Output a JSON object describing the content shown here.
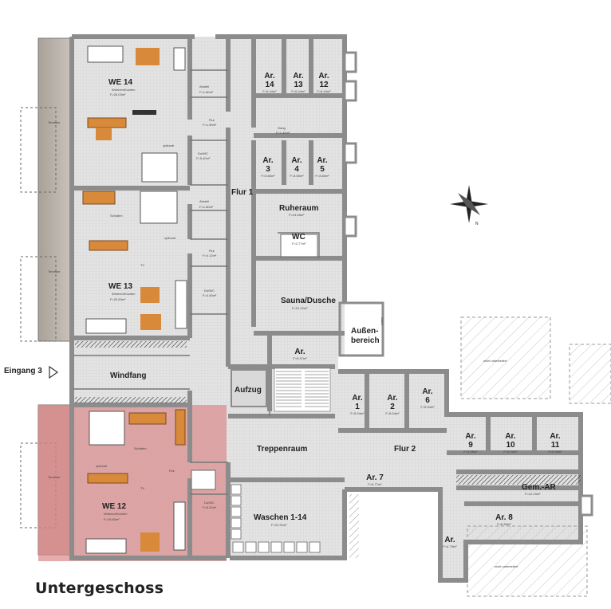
{
  "title": "Untergeschoss",
  "entrance": "Eingang 3",
  "colors": {
    "wall": "#8c8c8c",
    "floor": "#e8e8e8",
    "highlight": "#d98c8c",
    "furniture_wood": "#d88a3a",
    "terrace": "#b5aea6"
  },
  "rooms": {
    "we14": {
      "name": "WE 14",
      "sub": "Wohnen/Kochen",
      "area": "F=26.03m²"
    },
    "we13": {
      "name": "WE 13",
      "sub": "Wohnen/Kochen",
      "area": "F=20.60m²"
    },
    "we12": {
      "name": "WE 12",
      "sub": "Wohnen/Kochen",
      "area": "F=19.60m²"
    },
    "schlafen_a": {
      "name": "Schlafen"
    },
    "schlafen_b": {
      "name": "Schlafen"
    },
    "abstell_a": {
      "name": "Abstell",
      "area": "F=1.80m²"
    },
    "abstell_b": {
      "name": "Abstell",
      "area": "F=1.80m²"
    },
    "flur_a": {
      "name": "Flur",
      "area": "F=1.90m²"
    },
    "flur_b": {
      "name": "Flur",
      "area": "F=4.12m²"
    },
    "flur_c": {
      "name": "Flur"
    },
    "dowc_a": {
      "name": "Du/WC",
      "area": "F=5.40m²"
    },
    "dowc_b": {
      "name": "Du/WC",
      "area": "F=4.40m²"
    },
    "dowc_c": {
      "name": "Du/WC",
      "area": "F=5.20m²"
    },
    "flur1": {
      "name": "Flur 1"
    },
    "flur2": {
      "name": "Flur 2"
    },
    "ruheraum": {
      "name": "Ruheraum",
      "area": "F=14.46m²"
    },
    "wc": {
      "name": "WC",
      "area": "F=2.77m²"
    },
    "sauna": {
      "name": "Sauna/Dusche",
      "area": "F=21.42m²"
    },
    "aussen": {
      "name": "Außen-",
      "name2": "bereich"
    },
    "aufzug": {
      "name": "Aufzug"
    },
    "treppenraum": {
      "name": "Treppenraum"
    },
    "waschen": {
      "name": "Waschen 1-14",
      "area": "F=22.91m²"
    },
    "windfang": {
      "name": "Windfang"
    },
    "gem_ar": {
      "name": "Gem.-AR",
      "area": "F=12.19m²"
    },
    "terrasse": {
      "name": "Terrasse"
    },
    "gang": {
      "name": "Gang",
      "area": "F=1.40m²"
    },
    "nicht": {
      "name": "nicht unterkellert"
    },
    "leiter": {
      "name": "Leiter"
    },
    "optional": {
      "name": "optional"
    },
    "tv": {
      "name": "TV"
    }
  },
  "storage": [
    {
      "id": "ar14",
      "line1": "Ar.",
      "line2": "14",
      "area": "F=6.44m²"
    },
    {
      "id": "ar13",
      "line1": "Ar.",
      "line2": "13",
      "area": "F=6.44m²"
    },
    {
      "id": "ar12",
      "line1": "Ar.",
      "line2": "12",
      "area": "F=6.44m²"
    },
    {
      "id": "ar3",
      "line1": "Ar.",
      "line2": "3",
      "area": "F=3.60m²"
    },
    {
      "id": "ar4",
      "line1": "Ar.",
      "line2": "4",
      "area": "F=3.60m²"
    },
    {
      "id": "ar5",
      "line1": "Ar.",
      "line2": "5",
      "area": "F=3.60m²"
    },
    {
      "id": "ar_top",
      "line1": "Ar.",
      "line2": "",
      "area": "F=9.47m²"
    },
    {
      "id": "ar1",
      "line1": "Ar.",
      "line2": "1",
      "area": "F=5.04m²"
    },
    {
      "id": "ar2",
      "line1": "Ar.",
      "line2": "2",
      "area": "F=5.04m²"
    },
    {
      "id": "ar6",
      "line1": "Ar.",
      "line2": "6",
      "area": "F=5.04m²"
    },
    {
      "id": "ar7",
      "line1": "Ar. 7",
      "line2": "",
      "area": "F=5.77m²"
    },
    {
      "id": "ar9",
      "line1": "Ar.",
      "line2": "9",
      "area": "F=4.05m²"
    },
    {
      "id": "ar10",
      "line1": "Ar.",
      "line2": "10",
      "area": "F=5.20m²"
    },
    {
      "id": "ar11",
      "line1": "Ar.",
      "line2": "11",
      "area": "F=5.30m²"
    },
    {
      "id": "ar8",
      "line1": "Ar. 8",
      "line2": "",
      "area": "F=6.90m²"
    },
    {
      "id": "ar_s",
      "line1": "Ar.",
      "line2": "",
      "area": "F=4.79m²"
    }
  ]
}
